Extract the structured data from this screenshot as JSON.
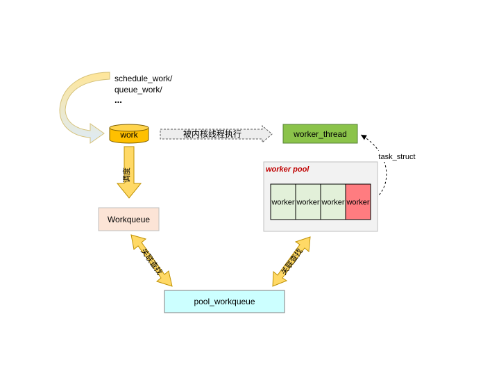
{
  "call_text": {
    "line1": "schedule_work/",
    "line2": "queue_work/",
    "line3": "..."
  },
  "work": {
    "label": "work"
  },
  "exec_arrow": {
    "label": "被内核线程执行"
  },
  "worker_thread": {
    "label": "worker_thread"
  },
  "task_struct": {
    "label": "task_struct"
  },
  "worker_pool": {
    "title": "worker pool",
    "workers": [
      {
        "label": "worker",
        "state": "idle"
      },
      {
        "label": "worker",
        "state": "idle"
      },
      {
        "label": "worker",
        "state": "idle"
      },
      {
        "label": "worker",
        "state": "active"
      }
    ]
  },
  "schedule_arrow": {
    "label": "调度"
  },
  "workqueue": {
    "label": "Workqueue"
  },
  "assoc_left": {
    "label": "关联查找"
  },
  "assoc_right": {
    "label": "关联查找"
  },
  "pool_workqueue": {
    "label": "pool_workqueue"
  },
  "colors": {
    "work_fill": "#FFC000",
    "worker_thread_fill": "#8BC34A",
    "workqueue_fill": "#FCE4D6",
    "pool_workqueue_fill": "#CCFFFF",
    "worker_idle": "#E2F0D9",
    "worker_active": "#FF7C80",
    "pool_title": "#C00000",
    "arrow_yellow": "#FFD966"
  }
}
